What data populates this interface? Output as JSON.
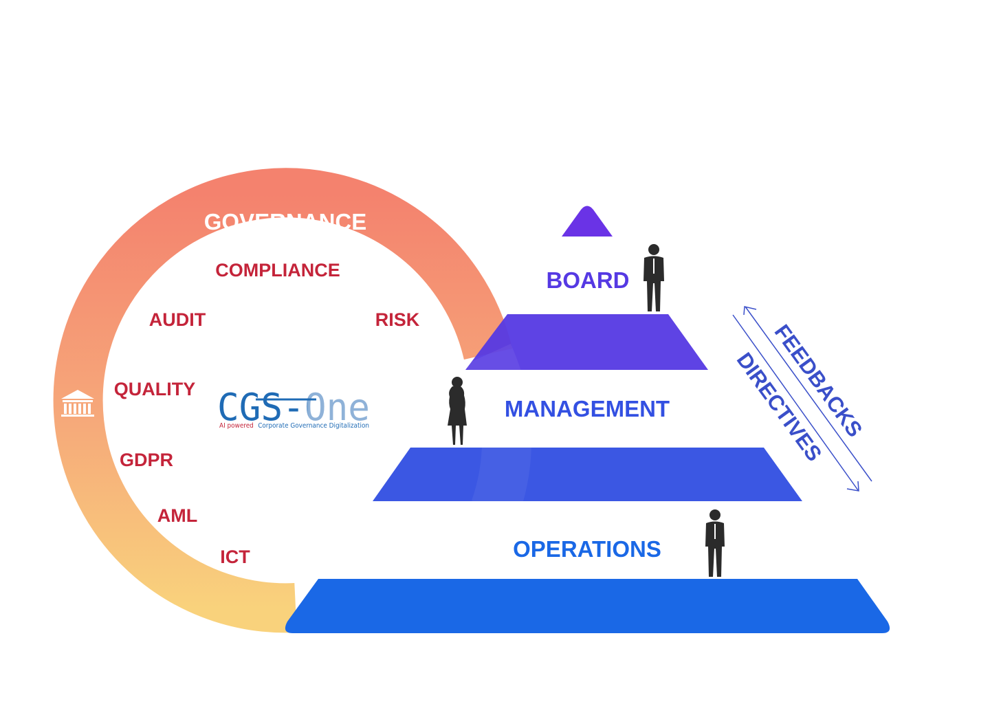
{
  "ring": {
    "title": "GOVERNANCE",
    "topics": [
      "COMPLIANCE",
      "RISK",
      "AUDIT",
      "QUALITY",
      "GDPR",
      "AML",
      "ICT"
    ],
    "icon": "bank-icon",
    "colors": {
      "top": "#f4826e",
      "bottom": "#f9d07a",
      "topic_text": "#c4243a",
      "title_text": "#ffffff"
    }
  },
  "logo": {
    "name": "CGS-One",
    "tagline_lead": "AI powered",
    "tagline_main": "Corporate Governance Digitalization",
    "colors": {
      "primary": "#1f6bb5",
      "secondary": "#8fb2d8",
      "lead": "#c4243a"
    }
  },
  "pyramid": {
    "levels": [
      "BOARD",
      "MANAGEMENT",
      "OPERATIONS"
    ],
    "colors": {
      "apex": "#6a33e6",
      "board": "#5539e3",
      "management": "#3350e2",
      "operations": "#1a68e6",
      "board_text": "#5539e3",
      "management_text": "#3350e2",
      "operations_text": "#1a68e6"
    }
  },
  "flows": {
    "up": "FEEDBACKS",
    "down": "DIRECTIVES",
    "color": "#3a4fc9"
  },
  "icons": [
    "person-icon",
    "woman-icon",
    "bank-icon"
  ]
}
